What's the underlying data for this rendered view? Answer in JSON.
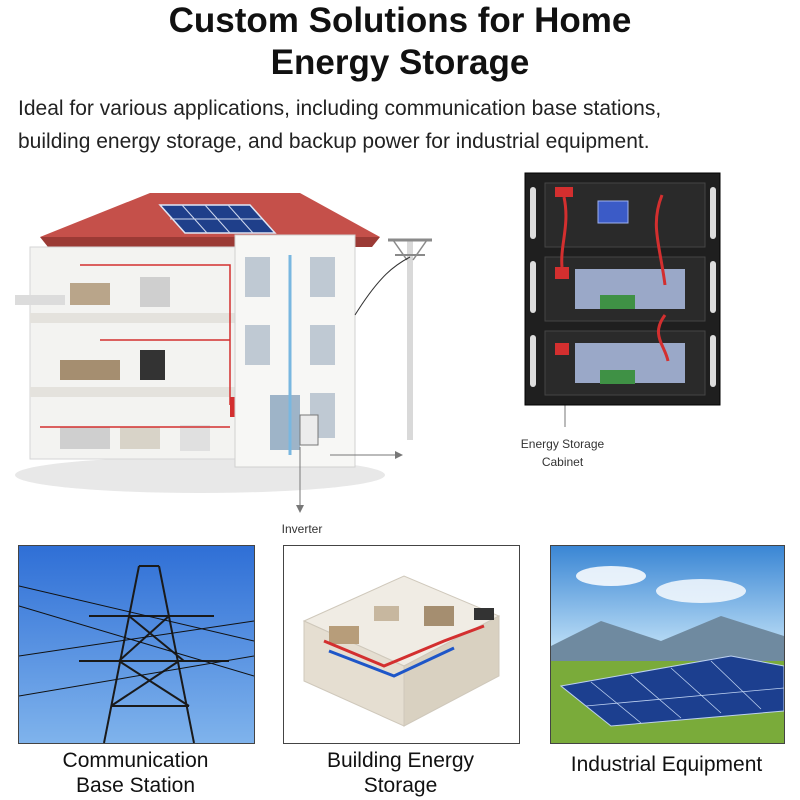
{
  "header": {
    "title_line1": "Custom Solutions for Home",
    "title_line2": "Energy Storage",
    "subtitle_line1": "Ideal for various applications, including communication base stations,",
    "subtitle_line2": "building energy storage, and backup power for industrial equipment."
  },
  "hero": {
    "cabinet_label_line1": "Energy Storage",
    "cabinet_label_line2": "Cabinet",
    "inverter_label": "Inverter"
  },
  "applications": [
    {
      "label_line1": "Communication",
      "label_line2": "Base Station"
    },
    {
      "label_line1": "Building Energy",
      "label_line2": "Storage"
    },
    {
      "label_line1": "Industrial Equipment",
      "label_line2": ""
    }
  ]
}
